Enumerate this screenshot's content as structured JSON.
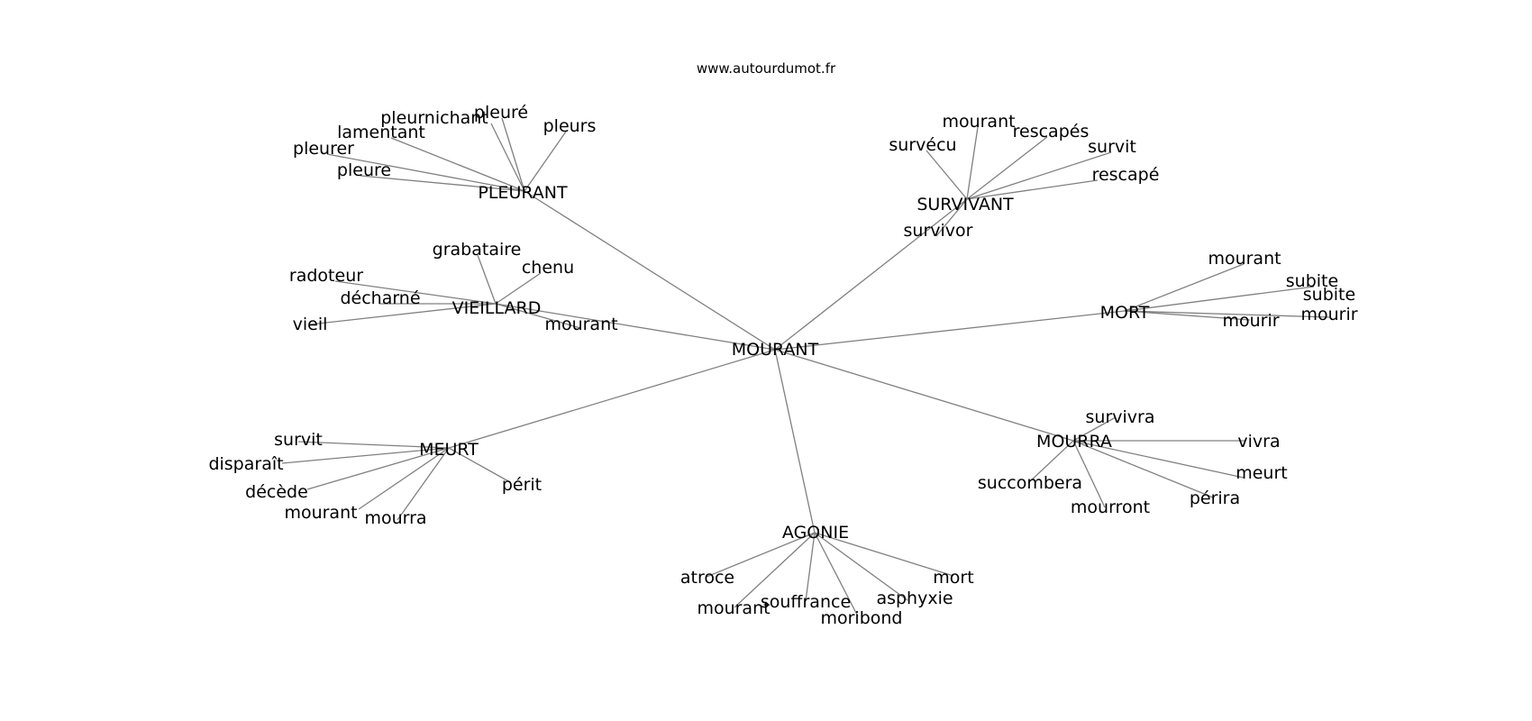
{
  "source": "www.autourdumot.fr",
  "center": "MOURANT",
  "hubs": [
    {
      "id": "pleurant",
      "label": "PLEURANT",
      "leaves": [
        "pleurnichant",
        "pleuré",
        "pleurs",
        "lamentant",
        "pleurer",
        "pleure"
      ]
    },
    {
      "id": "survivant",
      "label": "SURVIVANT",
      "leaves": [
        "mourant",
        "rescapés",
        "survécu",
        "survit",
        "rescapé",
        "survivor"
      ]
    },
    {
      "id": "vieillard",
      "label": "VIEILLARD",
      "leaves": [
        "grabataire",
        "chenu",
        "radoteur",
        "décharné",
        "vieil",
        "mourant"
      ]
    },
    {
      "id": "mort",
      "label": "MORT",
      "leaves": [
        "mourant",
        "subite",
        "subite mourir",
        "mourir"
      ]
    },
    {
      "id": "meurt",
      "label": "MEURT",
      "leaves": [
        "survit",
        "disparaît",
        "décède",
        "mourant",
        "mourra",
        "périt"
      ]
    },
    {
      "id": "mourra",
      "label": "MOURRA",
      "leaves": [
        "survivra",
        "vivra",
        "meurt",
        "succombera",
        "mourront",
        "périra"
      ]
    },
    {
      "id": "agonie",
      "label": "AGONIE",
      "leaves": [
        "atroce",
        "mourant",
        "souffrance",
        "moribond",
        "asphyxie",
        "mort"
      ]
    }
  ]
}
